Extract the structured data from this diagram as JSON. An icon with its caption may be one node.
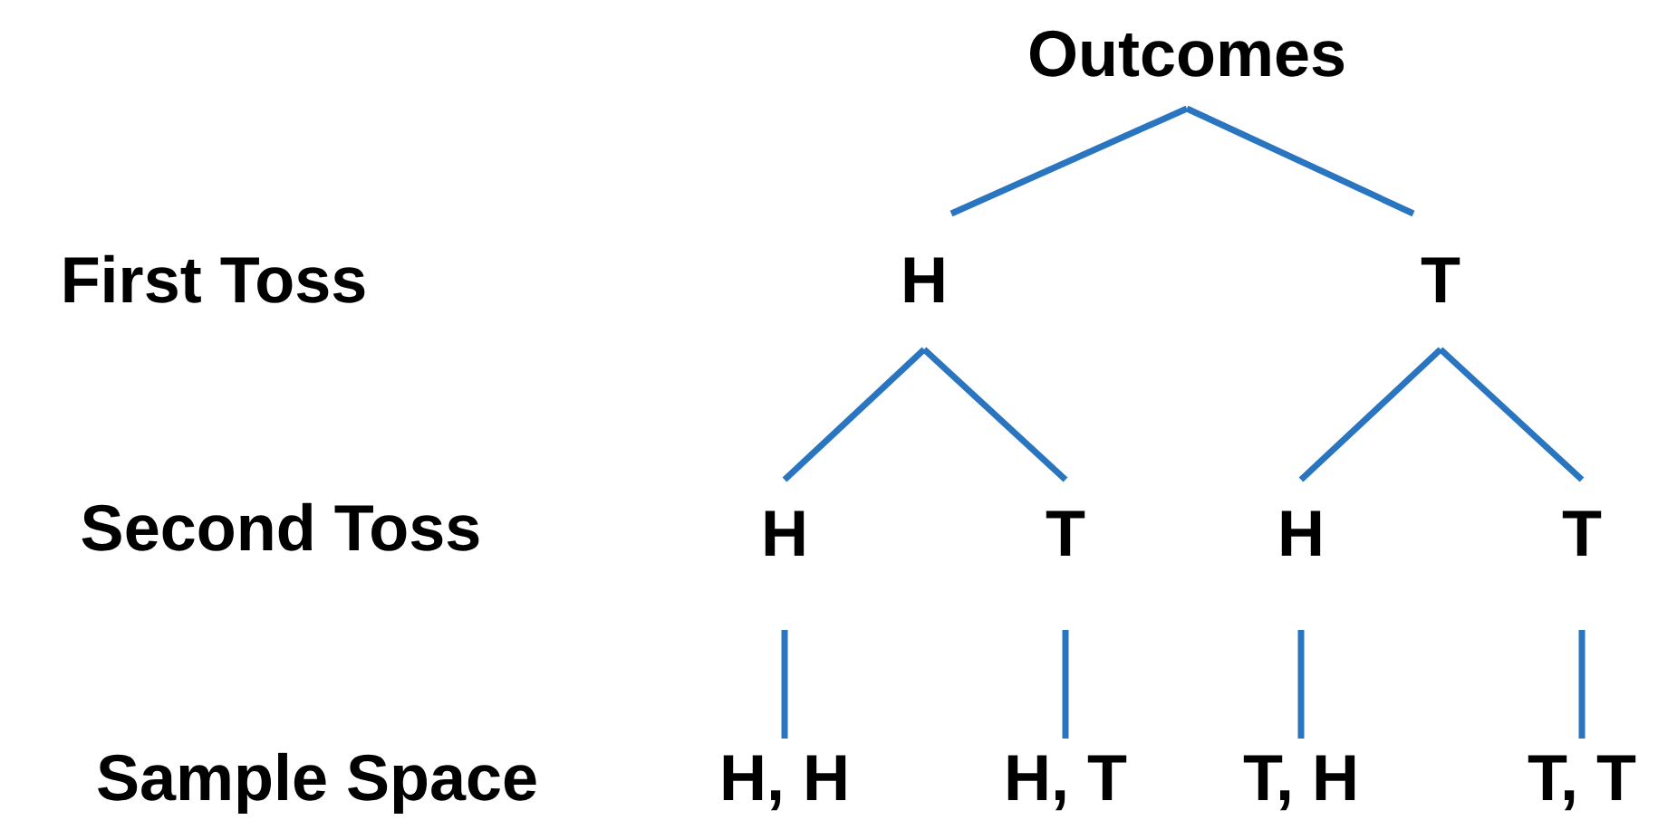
{
  "diagram": {
    "nodes": [
      {
        "text": [
          "Outcomes"
        ]
      },
      {
        "text": [
          "H"
        ]
      },
      {
        "text": [
          "T"
        ]
      },
      {
        "text": [
          "H"
        ]
      },
      {
        "text": [
          "T"
        ]
      },
      {
        "text": [
          "H"
        ]
      },
      {
        "text": [
          "T"
        ]
      },
      {
        "text": [
          "H, H"
        ]
      },
      {
        "text": [
          "H, T"
        ]
      },
      {
        "text": [
          "T, H"
        ]
      },
      {
        "text": [
          "T, T"
        ]
      }
    ],
    "edges": [
      {
        "from": 0,
        "to": 1,
        "arrow": "none"
      },
      {
        "from": 0,
        "to": 2,
        "arrow": "none"
      },
      {
        "from": 1,
        "to": 3,
        "arrow": "none"
      },
      {
        "from": 1,
        "to": 4,
        "arrow": "none"
      },
      {
        "from": 2,
        "to": 5,
        "arrow": "none"
      },
      {
        "from": 2,
        "to": 6,
        "arrow": "none"
      },
      {
        "from": 3,
        "to": 7,
        "arrow": "none"
      },
      {
        "from": 4,
        "to": 8,
        "arrow": "none"
      },
      {
        "from": 5,
        "to": 9,
        "arrow": "none"
      },
      {
        "from": 6,
        "to": 10,
        "arrow": "none"
      }
    ],
    "labels": [
      "First Toss",
      "Second Toss",
      "Sample Space"
    ]
  }
}
